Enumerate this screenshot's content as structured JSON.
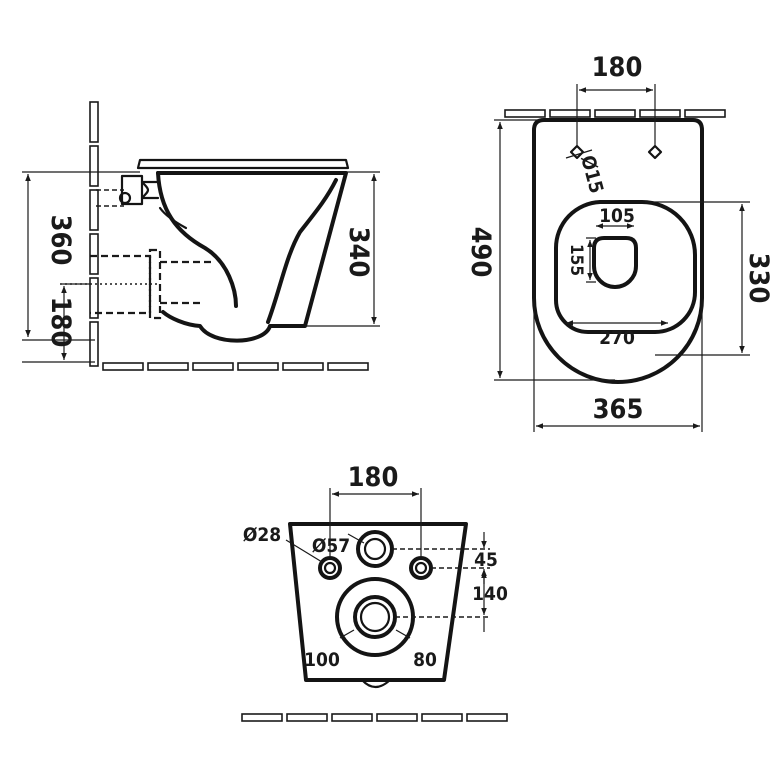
{
  "side_view": {
    "dims": {
      "total_height": "360",
      "bowl_height": "340",
      "outlet_height": "180"
    }
  },
  "top_view": {
    "dims": {
      "fixing_centers": "180",
      "fixing_hole": "Ø15",
      "length": "490",
      "opening_width": "105",
      "opening_length": "155",
      "rim_length": "330",
      "inner_width": "270",
      "width": "365"
    }
  },
  "rear_view": {
    "dims": {
      "bolt_centers": "180",
      "bolt_hole": "Ø28",
      "inlet": "Ø57",
      "bolt_offset": "45",
      "outlet_offset": "140",
      "outlet_outer": "100",
      "outlet_inner": "80"
    }
  }
}
